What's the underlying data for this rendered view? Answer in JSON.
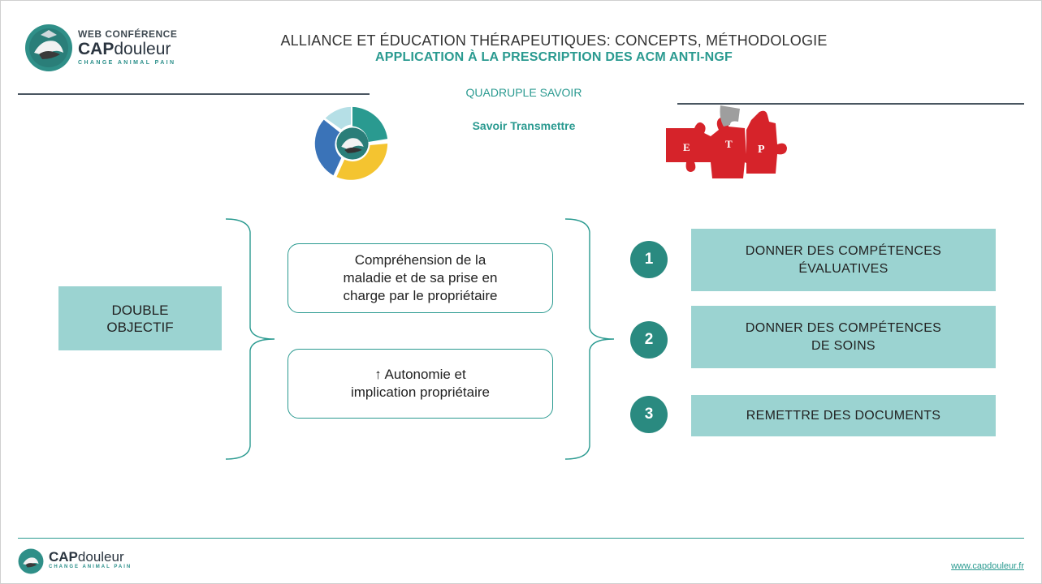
{
  "header": {
    "brand_top": "WEB CONFÉRENCE",
    "brand_cap": "CAP",
    "brand_douleur": "douleur",
    "brand_tagline": "CHANGE ANIMAL PAIN",
    "title_line1": "ALLIANCE ET ÉDUCATION THÉRAPEUTIQUES: CONCEPTS, MÉTHODOLOGIE",
    "title_line2": "APPLICATION À LA PRESCRIPTION DES ACM ANTI-NGF"
  },
  "section": {
    "subtitle": "QUADRUPLE SAVOIR",
    "savoir": "Savoir Transmettre",
    "puzzle_letters": [
      "E",
      "T",
      "P"
    ]
  },
  "left": {
    "double_line1": "DOUBLE",
    "double_line2": "OBJECTIF"
  },
  "middle": {
    "pill1_line1": "Compréhension de la",
    "pill1_line2": "maladie et de sa prise en",
    "pill1_line3": "charge par le propriétaire",
    "pill2_line1": "↑  Autonomie et",
    "pill2_line2": "implication propriétaire"
  },
  "right": {
    "items": [
      {
        "number": "1",
        "line1": "DONNER DES COMPÉTENCES",
        "line2": "ÉVALUATIVES"
      },
      {
        "number": "2",
        "line1": "DONNER DES COMPÉTENCES",
        "line2": "DE SOINS"
      },
      {
        "number": "3",
        "line1": "REMETTRE DES DOCUMENTS",
        "line2": ""
      }
    ]
  },
  "footer": {
    "brand_cap": "CAP",
    "brand_douleur": "douleur",
    "brand_tagline": "CHANGE ANIMAL PAIN",
    "link": "www.capdouleur.fr"
  },
  "colors": {
    "accent": "#2a9a90",
    "box_fill": "#9bd3d1",
    "circle": "#2a8a80",
    "rule": "#4a5661",
    "puzzle_red": "#d6232a"
  }
}
